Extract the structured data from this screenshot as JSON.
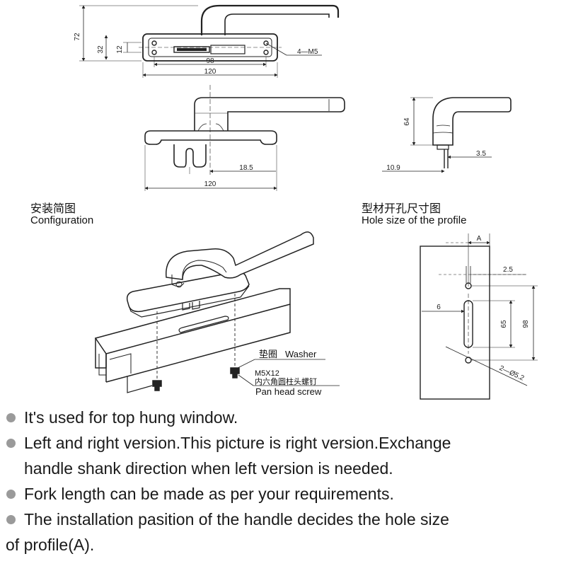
{
  "top_view": {
    "dim_overall_height": "72",
    "dim_32": "32",
    "dim_12": "12",
    "dim_98": "98",
    "dim_120": "120",
    "screw_callout": "4—M5"
  },
  "side_view": {
    "dim_18_5": "18.5",
    "dim_120": "120"
  },
  "end_view": {
    "dim_64": "64",
    "dim_3_5": "3.5",
    "dim_10_9": "10.9"
  },
  "configuration": {
    "title_cn": "安装简图",
    "title_en": "Configuration",
    "washer_label_cn": "垫圈",
    "washer_label_en": "Washer",
    "screw_spec": "M5X12",
    "screw_cn": "内六角圆柱头螺钉",
    "screw_en": "Pan head screw"
  },
  "hole_size": {
    "title_cn": "型材开孔尺寸图",
    "title_en": "Hole size of the profile",
    "dim_A": "A",
    "dim_2_5": "2.5",
    "dim_6": "6",
    "dim_65": "65",
    "dim_98": "98",
    "dim_holes": "2—Ø5.2"
  },
  "notes": [
    {
      "text": "It's used for top hung window."
    },
    {
      "text": "Left and right version.This picture is right version.Exchange",
      "cont": "handle shank direction when left version is needed."
    },
    {
      "text": "Fork length can be made as per your requirements."
    },
    {
      "text": "The installation pasition of the handle decides the hole size",
      "cont": "of profile(A)."
    }
  ]
}
